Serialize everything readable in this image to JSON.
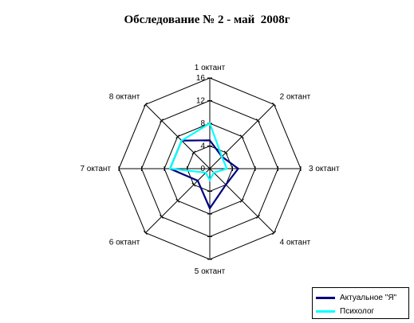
{
  "chart_data": {
    "type": "radar",
    "title": "Обследование № 2 - май  2008г",
    "categories": [
      "1 октант",
      "2 октант",
      "3 октант",
      "4 октант",
      "5 октант",
      "6 октант",
      "7 октант",
      "8 октант"
    ],
    "ylim": [
      0,
      16
    ],
    "ticks": [
      "0",
      "4",
      "8",
      "12",
      "16"
    ],
    "grid": true,
    "legend": "bottom-right",
    "series": [
      {
        "name": "Актуальное \"Я\"",
        "color": "#000080",
        "values": [
          5,
          3,
          5,
          4,
          7,
          3,
          7,
          7
        ]
      },
      {
        "name": "Психолог",
        "color": "#00ffff",
        "values": [
          8,
          3,
          3,
          1,
          2,
          1,
          7,
          7
        ]
      }
    ]
  }
}
